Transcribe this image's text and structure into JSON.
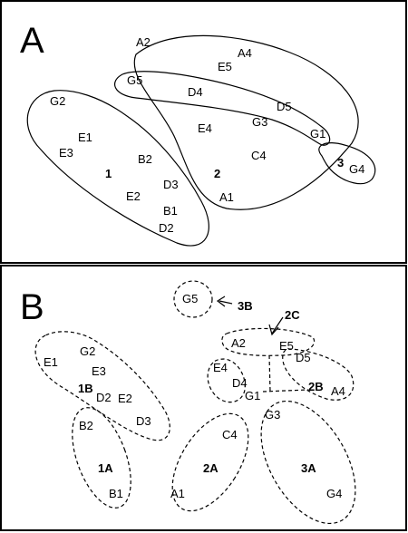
{
  "panel_a": {
    "letter": "A",
    "labels": [
      "A2",
      "A4",
      "E5",
      "G5",
      "D4",
      "D5",
      "G3",
      "G1",
      "E4",
      "C4",
      "G4",
      "G2",
      "E1",
      "E3",
      "B2",
      "D3",
      "E2",
      "B1",
      "D2",
      "A1"
    ],
    "groups": [
      "1",
      "2",
      "3"
    ]
  },
  "panel_b": {
    "letter": "B",
    "labels": [
      "G5",
      "A2",
      "E5",
      "D5",
      "E4",
      "D4",
      "G1",
      "A4",
      "G3",
      "C4",
      "A1",
      "G4",
      "G2",
      "E1",
      "E3",
      "D2",
      "E2",
      "D3",
      "B2",
      "B1"
    ],
    "groups": [
      "3B",
      "2C",
      "2B",
      "1B",
      "1A",
      "2A",
      "3A"
    ]
  }
}
